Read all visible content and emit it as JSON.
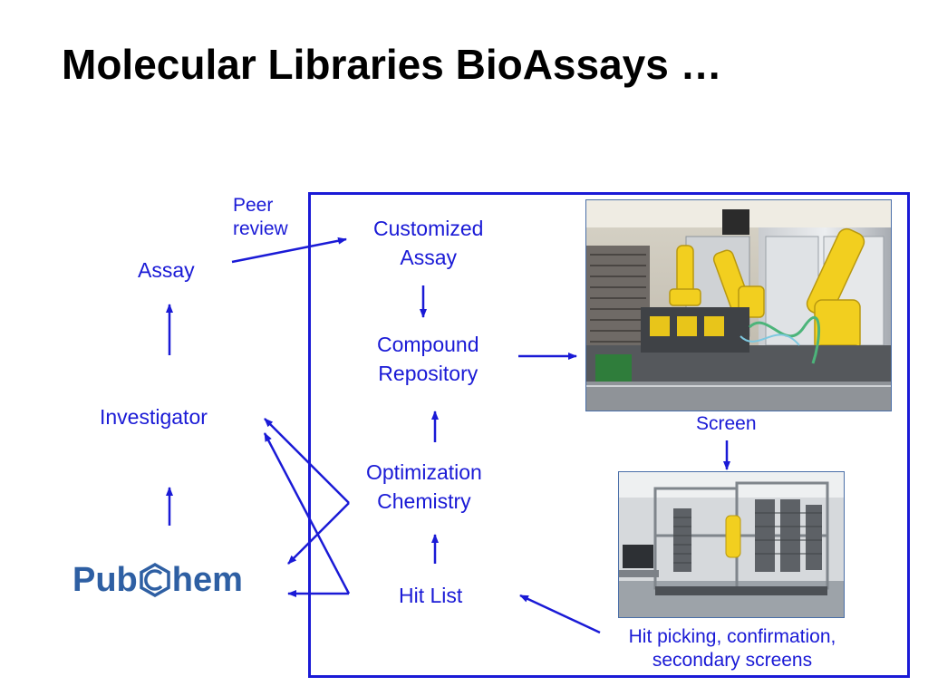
{
  "slide": {
    "title": "Molecular Libraries BioAssays …"
  },
  "nodes": {
    "peer_review": [
      "Peer",
      "review"
    ],
    "assay": "Assay",
    "investigator": "Investigator",
    "customized_assay": [
      "Customized",
      "Assay"
    ],
    "compound_repository": [
      "Compound",
      "Repository"
    ],
    "optimization_chemistry": [
      "Optimization",
      "Chemistry"
    ],
    "hit_list": "Hit List",
    "screen": "Screen",
    "hit_picking": [
      "Hit picking, confirmation,",
      "secondary screens"
    ]
  },
  "logo": {
    "left": "Pub",
    "right": "hem"
  },
  "photos": {
    "top": "screening-robot-photo",
    "bottom": "hit-picking-station-photo"
  },
  "colors": {
    "diagram_blue": "#1a1ad6",
    "logo_blue": "#2e5fa3",
    "robot_yellow": "#f2cf1f"
  }
}
